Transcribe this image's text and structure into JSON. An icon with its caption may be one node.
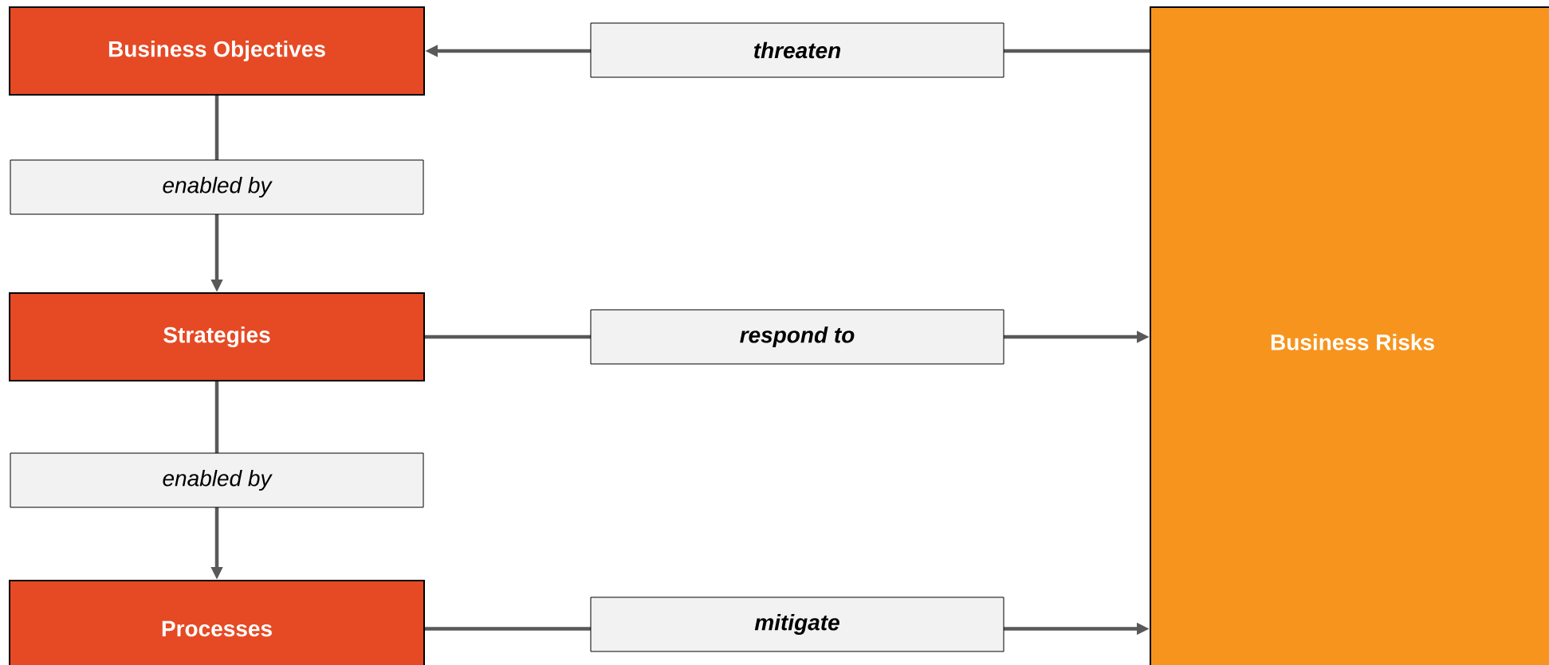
{
  "diagram": {
    "nodes": [
      {
        "text": [
          "Business Objectives"
        ]
      },
      {
        "text": [
          "Strategies"
        ]
      },
      {
        "text": [
          "Processes"
        ]
      },
      {
        "text": [
          "Business Risks"
        ]
      }
    ],
    "edges": [
      {
        "from": 3,
        "to": 0,
        "arrow": "to",
        "label": "threaten"
      },
      {
        "from": 0,
        "to": 1,
        "arrow": "to",
        "label": "enabled by"
      },
      {
        "from": 1,
        "to": 3,
        "arrow": "to",
        "label": "respond to"
      },
      {
        "from": 1,
        "to": 2,
        "arrow": "to",
        "label": "enabled by"
      },
      {
        "from": 2,
        "to": 3,
        "arrow": "to",
        "label": "mitigate"
      }
    ]
  }
}
